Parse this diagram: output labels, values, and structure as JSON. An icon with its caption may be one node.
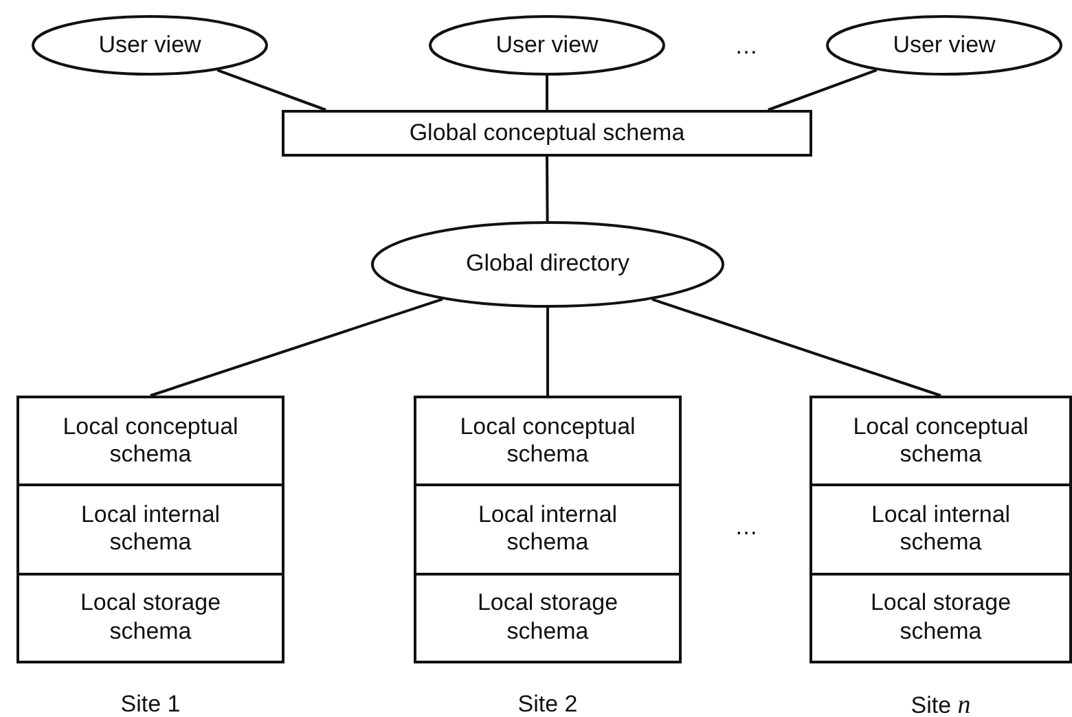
{
  "diagram": {
    "nodes": [
      {
        "text": [
          "User view"
        ]
      },
      {
        "text": [
          "User view"
        ]
      },
      {
        "text": [
          "User view"
        ]
      },
      {
        "text": [
          "Global conceptual schema"
        ]
      },
      {
        "text": [
          "Global directory"
        ]
      },
      {
        "text": [],
        "shape": "box",
        "beside": [
          "Site 1"
        ]
      },
      {
        "text": [
          "Local conceptual schema"
        ],
        "in": 5
      },
      {
        "text": [
          "Local internal schema"
        ],
        "in": 5
      },
      {
        "text": [
          "Local storage schema"
        ],
        "in": 5
      },
      {
        "text": [],
        "shape": "box",
        "beside": [
          "Site 2"
        ]
      },
      {
        "text": [
          "Local conceptual schema"
        ],
        "in": 9
      },
      {
        "text": [
          "Local internal schema"
        ],
        "in": 9
      },
      {
        "text": [
          "Local storage schema"
        ],
        "in": 9
      },
      {
        "text": [],
        "shape": "box",
        "beside": [
          "Site *n*"
        ]
      },
      {
        "text": [
          "Local conceptual schema"
        ],
        "in": 13
      },
      {
        "text": [
          "Local internal schema"
        ],
        "in": 13
      },
      {
        "text": [
          "Local storage schema"
        ],
        "in": 13
      }
    ],
    "edges": [
      {
        "from": 0,
        "to": 3,
        "arrow": "none"
      },
      {
        "from": 1,
        "to": 3,
        "arrow": "none"
      },
      {
        "from": 2,
        "to": 3,
        "arrow": "none"
      },
      {
        "from": 3,
        "to": 4,
        "arrow": "none"
      },
      {
        "from": 4,
        "to": 5,
        "arrow": "none"
      },
      {
        "from": 4,
        "to": 9,
        "arrow": "none"
      },
      {
        "from": 4,
        "to": 13,
        "arrow": "none"
      }
    ],
    "labels": [
      "…",
      "…"
    ]
  }
}
